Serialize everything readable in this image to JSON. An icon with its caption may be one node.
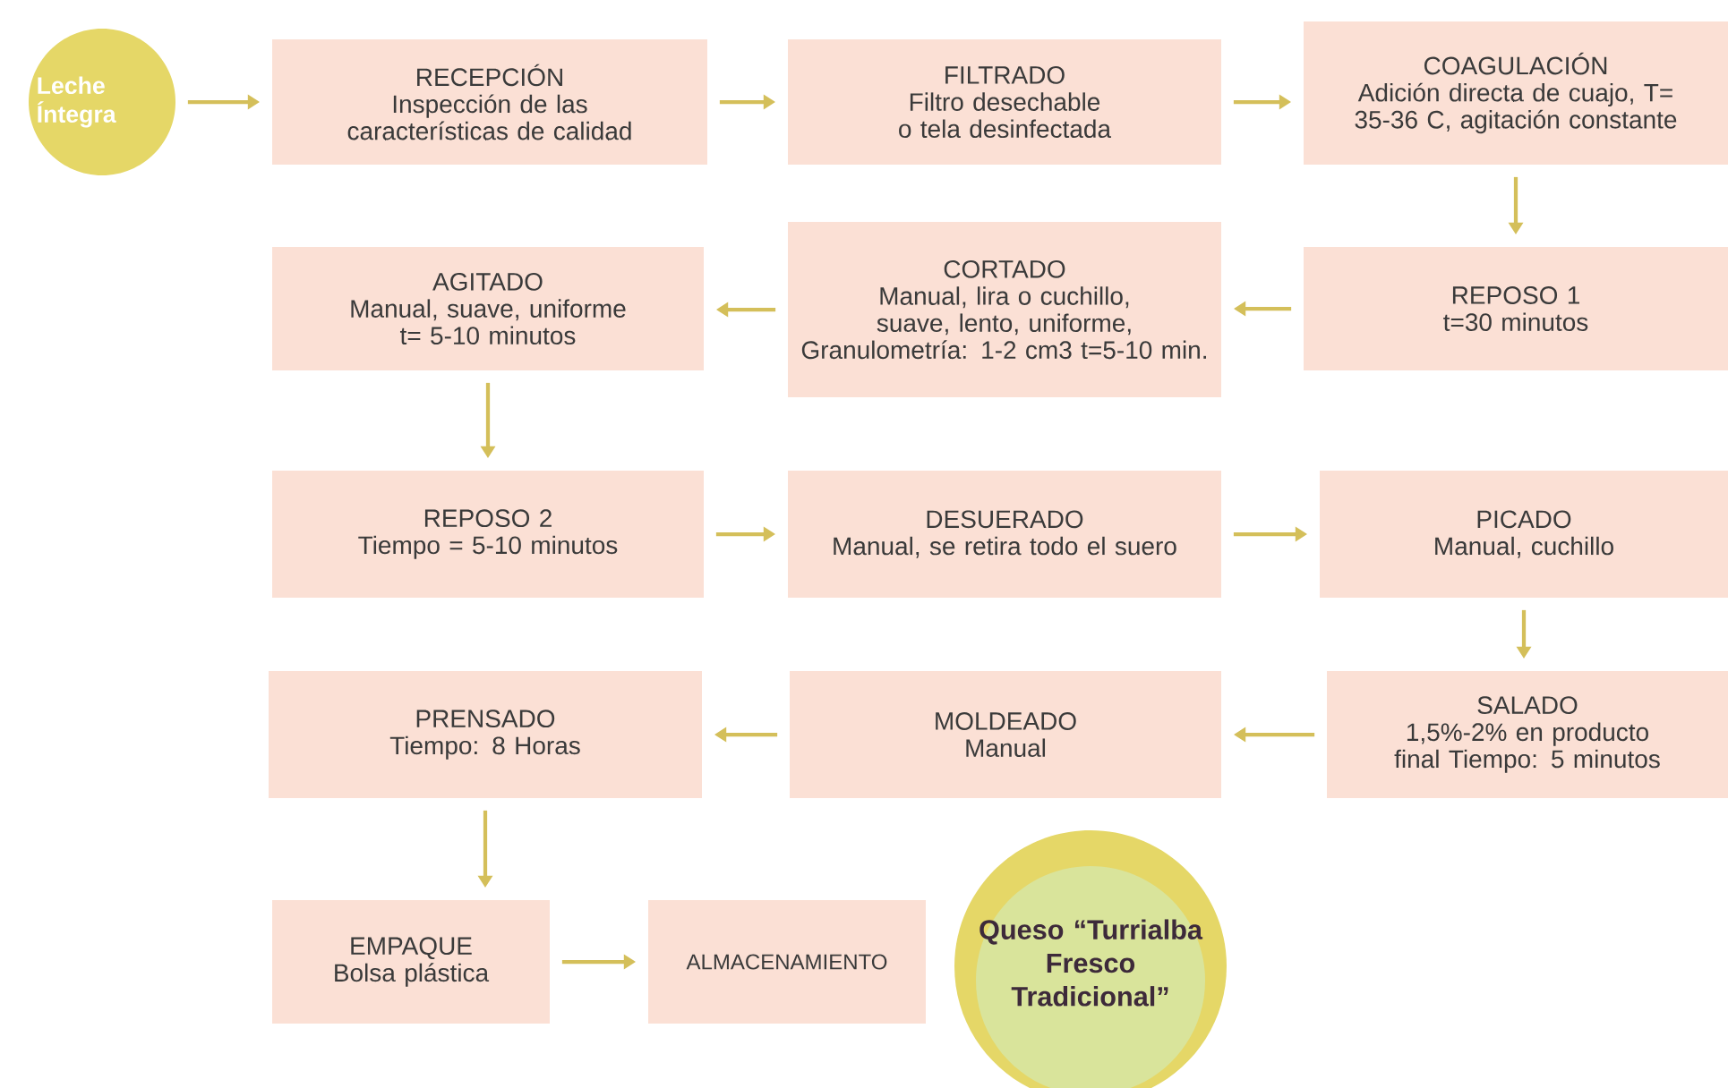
{
  "diagram": {
    "nodes": [
      {
        "text": [
          "Leche Íntegra"
        ]
      },
      {
        "text": [
          "RECEPCIÓN",
          "Inspección de las características de calidad"
        ]
      },
      {
        "text": [
          "FILTRADO",
          "Filtro desechable o tela desinfectada"
        ]
      },
      {
        "text": [
          "COAGULACIÓN",
          "Adición directa de cuajo, T= 35-36 C, agitación constante"
        ]
      },
      {
        "text": [
          "REPOSO 1",
          "t=30 minutos"
        ]
      },
      {
        "text": [
          "CORTADO",
          "Manual, lira o cuchillo, suave, lento, uniforme, Granulometría: 1-2 cm3 t=5-10 min."
        ]
      },
      {
        "text": [
          "AGITADO",
          "Manual, suave, uniforme t= 5-10 minutos"
        ]
      },
      {
        "text": [
          "REPOSO 2",
          "Tiempo = 5-10 minutos"
        ]
      },
      {
        "text": [
          "DESUERADO",
          "Manual, se retira todo el suero"
        ]
      },
      {
        "text": [
          "PICADO",
          "Manual, cuchillo"
        ]
      },
      {
        "text": [
          "SALADO",
          "1,5%-2% en producto final Tiempo: 5 minutos"
        ]
      },
      {
        "text": [
          "MOLDEADO",
          "Manual"
        ]
      },
      {
        "text": [
          "PRENSADO",
          "Tiempo: 8 Horas"
        ]
      },
      {
        "text": [
          "EMPAQUE",
          "Bolsa plástica"
        ]
      },
      {
        "text": [
          "ALMACENAMIENTO"
        ]
      },
      {
        "text": [
          "Queso “Turrialba Fresco Tradicional”"
        ]
      }
    ],
    "edges": [
      {
        "from": 0,
        "to": 1,
        "arrow": "to"
      },
      {
        "from": 1,
        "to": 2,
        "arrow": "to"
      },
      {
        "from": 2,
        "to": 3,
        "arrow": "to"
      },
      {
        "from": 3,
        "to": 4,
        "arrow": "to"
      },
      {
        "from": 4,
        "to": 5,
        "arrow": "to"
      },
      {
        "from": 5,
        "to": 6,
        "arrow": "to"
      },
      {
        "from": 6,
        "to": 7,
        "arrow": "to"
      },
      {
        "from": 7,
        "to": 8,
        "arrow": "to"
      },
      {
        "from": 8,
        "to": 9,
        "arrow": "to"
      },
      {
        "from": 9,
        "to": 10,
        "arrow": "to"
      },
      {
        "from": 10,
        "to": 11,
        "arrow": "to"
      },
      {
        "from": 11,
        "to": 12,
        "arrow": "to"
      },
      {
        "from": 12,
        "to": 13,
        "arrow": "to"
      },
      {
        "from": 13,
        "to": 14,
        "arrow": "to"
      }
    ]
  }
}
